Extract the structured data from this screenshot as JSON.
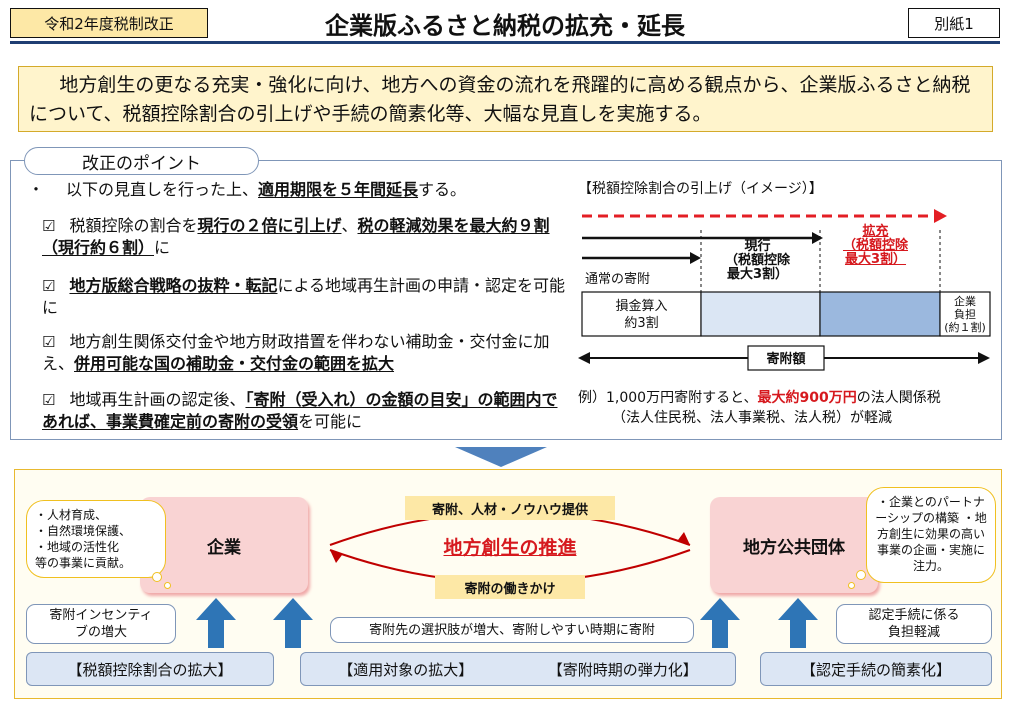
{
  "header": {
    "tag": "令和2年度税制改正",
    "title": "企業版ふるさと納税の拡充・延長",
    "attachment": "別紙1"
  },
  "intro": {
    "text": "地方創生の更なる充実・強化に向け、地方への資金の流れを飛躍的に高める観点から、企業版ふるさと納税について、税額控除割合の引上げや手続の簡素化等、大幅な見直しを実施する。"
  },
  "points": {
    "label": "改正のポイント",
    "lead": {
      "pre": "以下の見直しを行った上、",
      "emph": "適用期限を５年間延長",
      "post": "する。"
    },
    "item1": {
      "pre": "税額控除の割合を",
      "emph1": "現行の２倍に引上げ",
      "mid": "、",
      "emph2": "税の軽減効果を最大約９割（現行約６割）",
      "post": "に"
    },
    "item2": {
      "emph": "地方版総合戦略の抜粋・転記",
      "post": "による地域再生計画の申請・認定を可能に"
    },
    "item3": {
      "pre": "地方創生関係交付金や地方財政措置を伴わない補助金・交付金に加え、",
      "emph": "併用可能な国の補助金・交付金の範囲を拡大"
    },
    "item4": {
      "pre": "地域再生計画の認定後、",
      "emph1": "「寄附（受入れ）の金額の目安」",
      "emph2": "の範囲内であれば、事業費確定前の寄附の受領",
      "post": "を可能に"
    }
  },
  "image_chart": {
    "title": "【税額控除割合の引上げ（イメージ）】",
    "normal_label": "通常の寄附",
    "current_label": "現行（税額控除最大3割）",
    "current_l1": "現行",
    "current_l2": "（税額控除",
    "current_l3": "最大3割）",
    "expand_l1": "拡充",
    "expand_l2": "（税額控除",
    "expand_l3": "最大3割）",
    "seg1_l1": "損金算入",
    "seg1_l2": "約3割",
    "seg4_l1": "企業",
    "seg4_l2": "負担",
    "seg4_l3": "(約１割)",
    "total_label": "寄附額",
    "example_pre": "例）1,000万円寄附すると、",
    "example_emph": "最大約900万円",
    "example_post": "の法人関係税",
    "example_line2": "（法人住民税、法人事業税、法人税）が軽減",
    "colors": {
      "red": "#e31e24",
      "light_blue": "#dbe6f4",
      "blue": "#9bb8de"
    }
  },
  "flow": {
    "company": "企業",
    "local_gov": "地方公共団体",
    "center": "地方創生の推進",
    "top_arrow": "寄附、人材・ノウハウ提供",
    "bottom_arrow": "寄附の働きかけ",
    "bubble_left": "・人材育成、\n・自然環境保護、\n・地域の活性化\n等の事業に貢献。",
    "bubble_right": "・企業とのパートナーシップの構築\n・地方創生に効果の高い事業の企画・実施に注力。",
    "incentive": "寄附インセンティブの増大",
    "choices": "寄附先の選択肢が増大、寄附しやすい時期に寄附",
    "burden": "認定手続に係る負担軽減",
    "btn1": "【税額控除割合の拡大】",
    "btn2": "【適用対象の拡大】",
    "btn3": "【寄附時期の弾力化】",
    "btn4": "【認定手続の簡素化】"
  }
}
